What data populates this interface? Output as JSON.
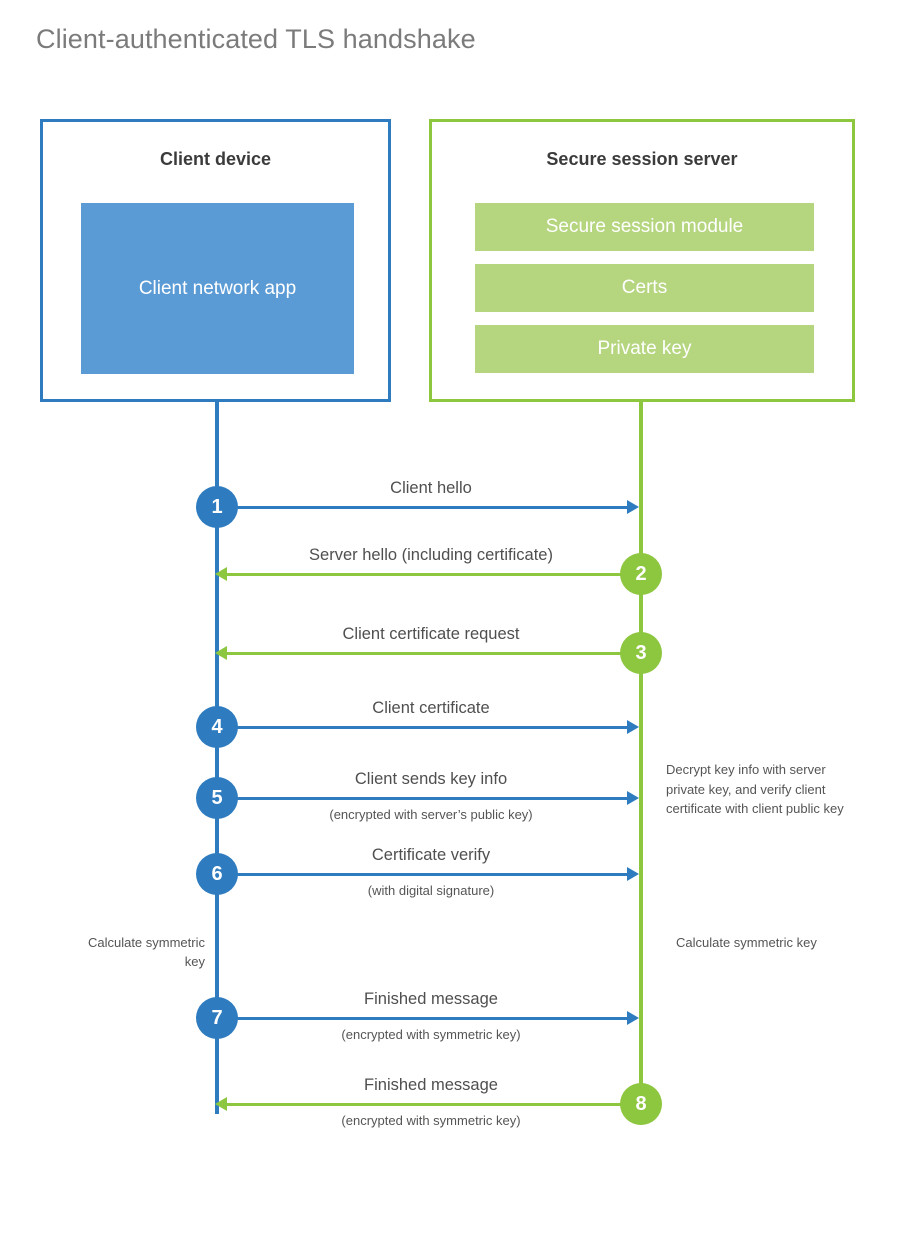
{
  "title": "Client-authenticated TLS handshake",
  "colors": {
    "blue": "#2E7CBF",
    "blue_fill": "#5B9BD5",
    "green": "#8DC63F",
    "green_fill": "#B5D57F",
    "title_gray": "#7B7B7B",
    "text_gray": "#4F4F4F"
  },
  "actors": {
    "client": {
      "title": "Client device",
      "blocks": [
        {
          "label": "Client network app"
        }
      ]
    },
    "server": {
      "title": "Secure session server",
      "blocks": [
        {
          "label": "Secure session module"
        },
        {
          "label": "Certs"
        },
        {
          "label": "Private key"
        }
      ]
    }
  },
  "messages": [
    {
      "number": "1",
      "label": "Client hello",
      "sublabel": "",
      "direction": "right",
      "color": "blue"
    },
    {
      "number": "2",
      "label": "Server hello (including certificate)",
      "sublabel": "",
      "direction": "left",
      "color": "green"
    },
    {
      "number": "3",
      "label": "Client certificate request",
      "sublabel": "",
      "direction": "left",
      "color": "green"
    },
    {
      "number": "4",
      "label": "Client certificate",
      "sublabel": "",
      "direction": "right",
      "color": "blue"
    },
    {
      "number": "5",
      "label": "Client sends key info",
      "sublabel": "(encrypted with server’s public key)",
      "direction": "right",
      "color": "blue"
    },
    {
      "number": "6",
      "label": "Certificate verify",
      "sublabel": "(with digital signature)",
      "direction": "right",
      "color": "blue"
    },
    {
      "number": "7",
      "label": "Finished message",
      "sublabel": "(encrypted with symmetric key)",
      "direction": "right",
      "color": "blue"
    },
    {
      "number": "8",
      "label": "Finished message",
      "sublabel": "(encrypted with symmetric key)",
      "direction": "left",
      "color": "green"
    }
  ],
  "notes": {
    "server_decrypt": "Decrypt key info with server private key, and verify client certificate with client public key",
    "calculate_client": "Calculate symmetric key",
    "calculate_server": "Calculate symmetric key"
  }
}
